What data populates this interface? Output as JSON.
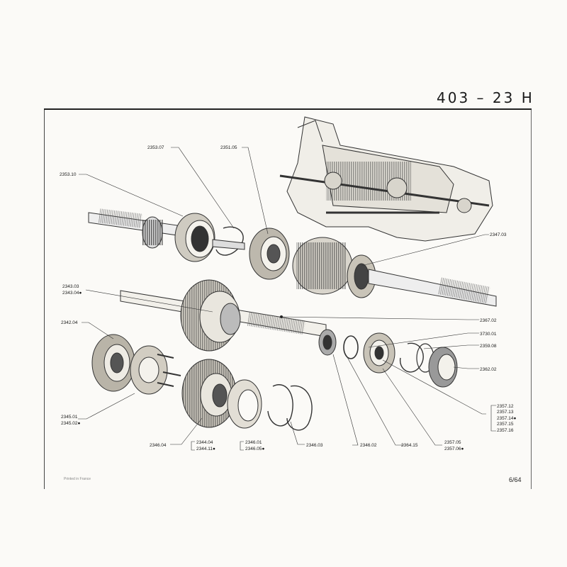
{
  "header": {
    "title": "403 – 23 H"
  },
  "footer": {
    "printed": "Printed in France",
    "page": "6/64"
  },
  "callouts": {
    "c1": "2353.07",
    "c2": "2351.05",
    "c3": "2353.10",
    "c4": "2347.03",
    "c5": "2343.03",
    "c6": "2343.04●",
    "c7": "2342.04",
    "c8": "2367.02",
    "c9": "3730.01",
    "c10": "2359.08",
    "c11": "2362.02",
    "c12": "2345.01",
    "c13": "2345.02●",
    "c14": "2357.12",
    "c15": "2357.13",
    "c16": "2357.14●",
    "c17": "2357.15",
    "c18": "2357.16",
    "c19": "2346.04",
    "c20": "2344.04",
    "c21": "2344.11●",
    "c22": "2346.01",
    "c23": "2346.05●",
    "c24": "2346.03",
    "c25": "2346.02",
    "c26": "2364.15",
    "c27": "2357.05",
    "c28": "2357.06●"
  }
}
